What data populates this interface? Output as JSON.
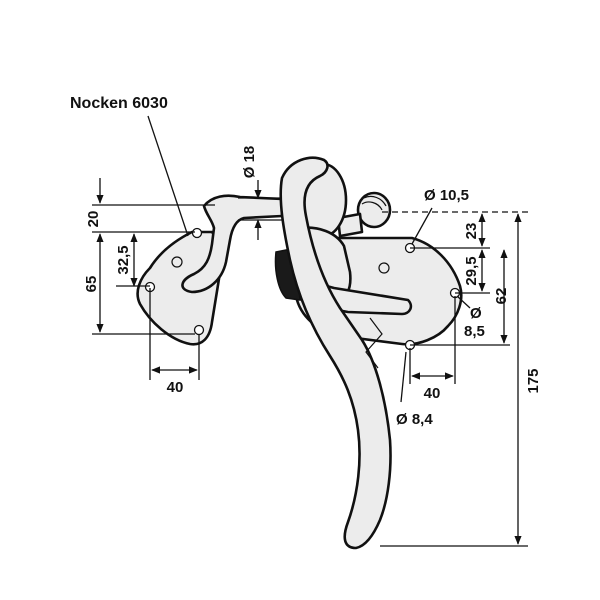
{
  "labels": {
    "cam": "Nocken 6030",
    "d18": "Ø 18",
    "d10": "Ø 10,5",
    "d8_5_sym": "Ø",
    "d8_5_val": "8,5",
    "d8_4": "Ø 8,4",
    "v20": "20",
    "v32": "32,5",
    "v65": "65",
    "v40l": "40",
    "v40r": "40",
    "v23": "23",
    "v29": "29,5",
    "v62": "62",
    "v175": "175"
  },
  "colors": {
    "ink": "#111111",
    "metal": "#ececec",
    "background": "#ffffff"
  }
}
